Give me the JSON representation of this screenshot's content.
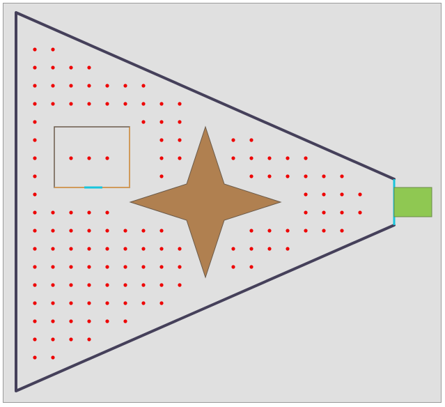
{
  "game": {
    "colors": {
      "background": "#e0e0e0",
      "frame_border": "#9a9a9a",
      "wall": "#45405a",
      "door": "#19c5dc",
      "dot": "#ee0000",
      "star_fill": "#b08050",
      "star_stroke": "#6a5a4a",
      "box_fill": "#e0e0e0",
      "box_stroke_dark": "#6a5a4a",
      "box_stroke_accent": "#d09a5a",
      "goal_fill": "#8fc852",
      "goal_stroke": "#6a8a4a"
    },
    "objects": {
      "arena": "triangular-arena",
      "obstacle_star": "four-point-star-obstacle",
      "obstacle_box": "rectangular-box-obstacle",
      "goal": "green-goal-zone"
    },
    "dot_count": 132
  }
}
